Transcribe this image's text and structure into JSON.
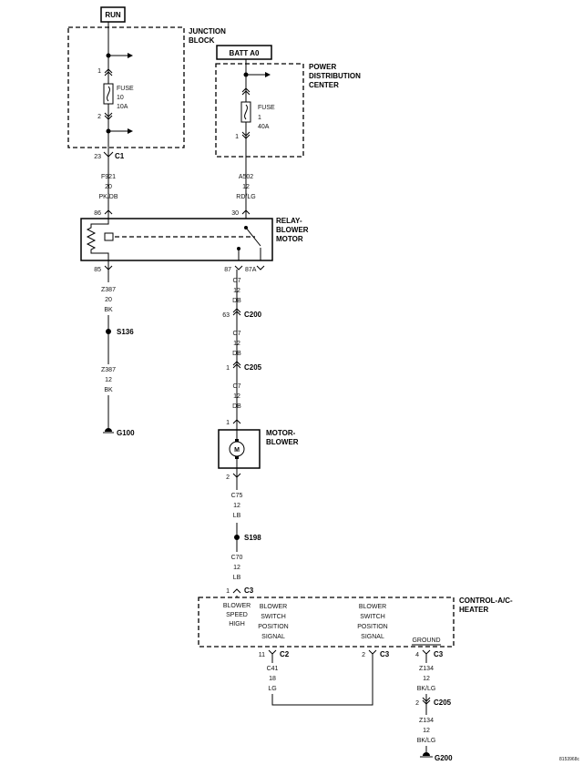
{
  "labels": {
    "run": "RUN",
    "batt": "BATT A0",
    "junction_block_1": "JUNCTION",
    "junction_block_2": "BLOCK",
    "pdc_1": "POWER",
    "pdc_2": "DISTRIBUTION",
    "pdc_3": "CENTER",
    "relay_1": "RELAY-",
    "relay_2": "BLOWER",
    "relay_3": "MOTOR",
    "motor_1": "MOTOR-",
    "motor_2": "BLOWER",
    "control_1": "CONTROL-A/C-",
    "control_2": "HEATER",
    "doc_id": "8153968c"
  },
  "fuses": {
    "fuse10": {
      "word": "FUSE",
      "num": "10",
      "amps": "10A",
      "pin_top": "1",
      "pin_bot": "2"
    },
    "fuse1": {
      "word": "FUSE",
      "num": "1",
      "amps": "40A",
      "pin_bot": "1"
    }
  },
  "connectors": {
    "c1": {
      "pin": "23",
      "name": "C1"
    },
    "c200": {
      "pin": "63",
      "name": "C200"
    },
    "c205a": {
      "pin": "1",
      "name": "C205"
    },
    "c3a": {
      "pin": "1",
      "name": "C3"
    },
    "c2": {
      "pin": "11",
      "name": "C2"
    },
    "c3b": {
      "pin": "2",
      "name": "C3"
    },
    "c3c": {
      "pin": "4",
      "name": "C3"
    },
    "c205b": {
      "pin": "2",
      "name": "C205"
    }
  },
  "relay_pins": {
    "p86": "86",
    "p30": "30",
    "p85": "85",
    "p87": "87",
    "p87a": "87A"
  },
  "motor_pins": {
    "p1": "1",
    "p2": "2"
  },
  "wires": {
    "f921": [
      "F921",
      "20",
      "PK/DB"
    ],
    "a502": [
      "A502",
      "12",
      "RD/LG"
    ],
    "z387a": [
      "Z387",
      "20",
      "BK"
    ],
    "z387b": [
      "Z387",
      "12",
      "BK"
    ],
    "c7a": [
      "C7",
      "12",
      "DB"
    ],
    "c7b": [
      "C7",
      "12",
      "DB"
    ],
    "c7c": [
      "C7",
      "12",
      "DB"
    ],
    "c75": [
      "C75",
      "12",
      "LB"
    ],
    "c70": [
      "C70",
      "12",
      "LB"
    ],
    "c41": [
      "C41",
      "18",
      "LG"
    ],
    "z134a": [
      "Z134",
      "12",
      "BK/LG"
    ],
    "z134b": [
      "Z134",
      "12",
      "BK/LG"
    ]
  },
  "splices": {
    "s136": "S136",
    "s198": "S198"
  },
  "grounds": {
    "g100": "G100",
    "g200": "G200"
  },
  "control_signals": {
    "speed": [
      "BLOWER",
      "SPEED",
      "HIGH"
    ],
    "sw1": [
      "BLOWER",
      "SWITCH",
      "POSITION",
      "SIGNAL"
    ],
    "sw2": [
      "BLOWER",
      "SWITCH",
      "POSITION",
      "SIGNAL"
    ],
    "ground": "GROUND"
  }
}
